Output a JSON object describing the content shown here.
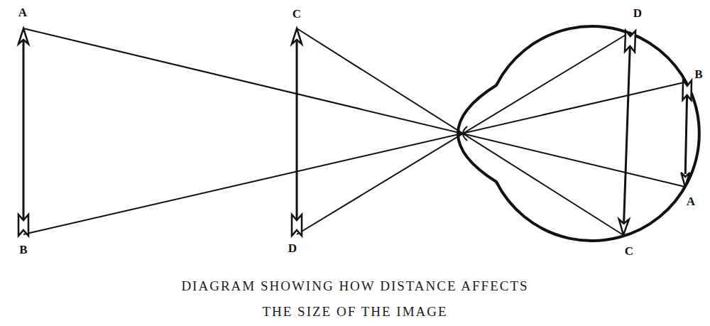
{
  "diagram": {
    "caption": "DIAGRAM SHOWING HOW DISTANCE AFFECTS THE SIZE OF THE IMAGE",
    "labels": [
      "A",
      "C",
      "D",
      "B",
      "A",
      "B",
      "D",
      "C"
    ]
  }
}
